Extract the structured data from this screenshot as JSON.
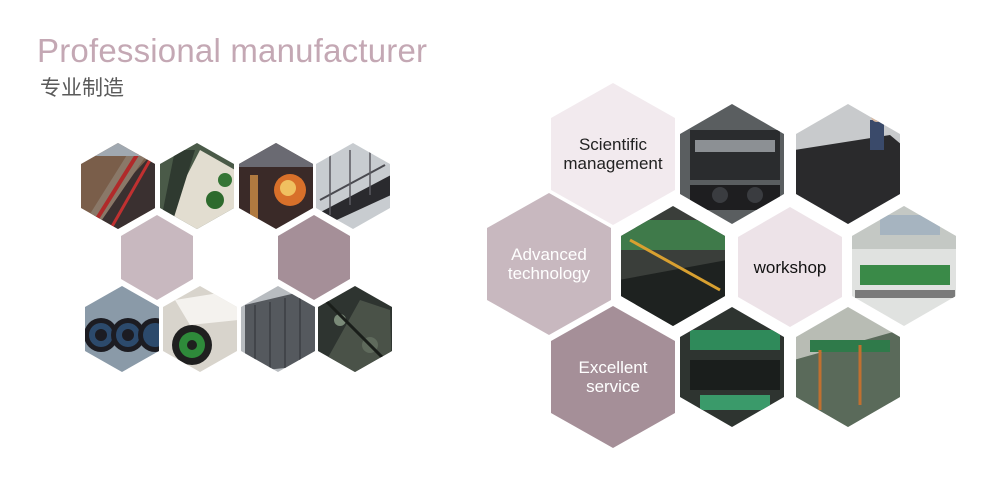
{
  "header": {
    "title": "Professional manufacturer",
    "subtitle": "专业制造"
  },
  "features": {
    "scientific": "Scientific\nmanagement",
    "advanced": "Advanced\ntechnology",
    "workshop": "workshop",
    "service": "Excellent\nservice"
  },
  "colors": {
    "title": "#c4a8b4",
    "light_hex": "#f2eaee",
    "medium_hex": "#c8b8bf",
    "dark_hex": "#a58f98",
    "photo_dark": "#3e3e40"
  }
}
